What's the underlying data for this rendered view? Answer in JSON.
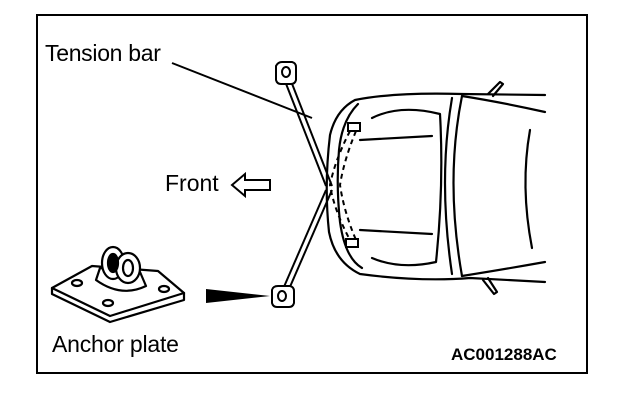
{
  "labels": {
    "tension_bar": "Tension bar",
    "front": "Front",
    "anchor_plate": "Anchor plate",
    "figure_code": "AC001288AC"
  },
  "colors": {
    "line": "#000000",
    "background": "#ffffff"
  }
}
